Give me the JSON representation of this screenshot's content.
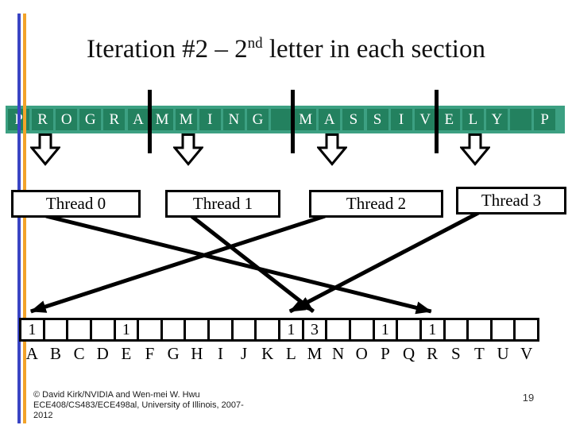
{
  "slide": {
    "title": {
      "prefix": "Iteration #2 – 2",
      "superscript": "nd",
      "suffix": " letter in each section"
    },
    "page_number": "19",
    "footer_lines": [
      "© David Kirk/NVIDIA and Wen-mei W. Hwu",
      "ECE408/CS483/ECE498al, University of Illinois, 2007-",
      "2012"
    ]
  },
  "colors": {
    "band_green": "#3CA082",
    "cell_green": "#23815F",
    "stripe_blue": "#3A45C4",
    "stripe_orange": "#F2A32A",
    "ink": "#000000"
  },
  "input_array": {
    "letters": [
      "P",
      "R",
      "O",
      "G",
      "R",
      "A",
      "M",
      "M",
      "I",
      "N",
      "G",
      "",
      "M",
      "A",
      "S",
      "S",
      "I",
      "V",
      "E",
      "L",
      "Y",
      "",
      "P"
    ],
    "section_divider_before_indices": [
      6,
      12,
      18
    ],
    "current_letter_indices": [
      1,
      7,
      13,
      19
    ]
  },
  "threads": [
    {
      "label": "Thread 0"
    },
    {
      "label": "Thread 1"
    },
    {
      "label": "Thread 2"
    },
    {
      "label": "Thread 3"
    }
  ],
  "assignments": [
    {
      "thread": "Thread 0",
      "bin": "R"
    },
    {
      "thread": "Thread 1",
      "bin": "M"
    },
    {
      "thread": "Thread 2",
      "bin": "A"
    },
    {
      "thread": "Thread 3",
      "bin": "L"
    }
  ],
  "histogram": {
    "bins": [
      "A",
      "B",
      "C",
      "D",
      "E",
      "F",
      "G",
      "H",
      "I",
      "J",
      "K",
      "L",
      "M",
      "N",
      "O",
      "P",
      "Q",
      "R",
      "S",
      "T",
      "U",
      "V"
    ],
    "counts": {
      "A": "1",
      "E": "1",
      "L": "1",
      "M": "3",
      "P": "1",
      "R": "1"
    }
  }
}
